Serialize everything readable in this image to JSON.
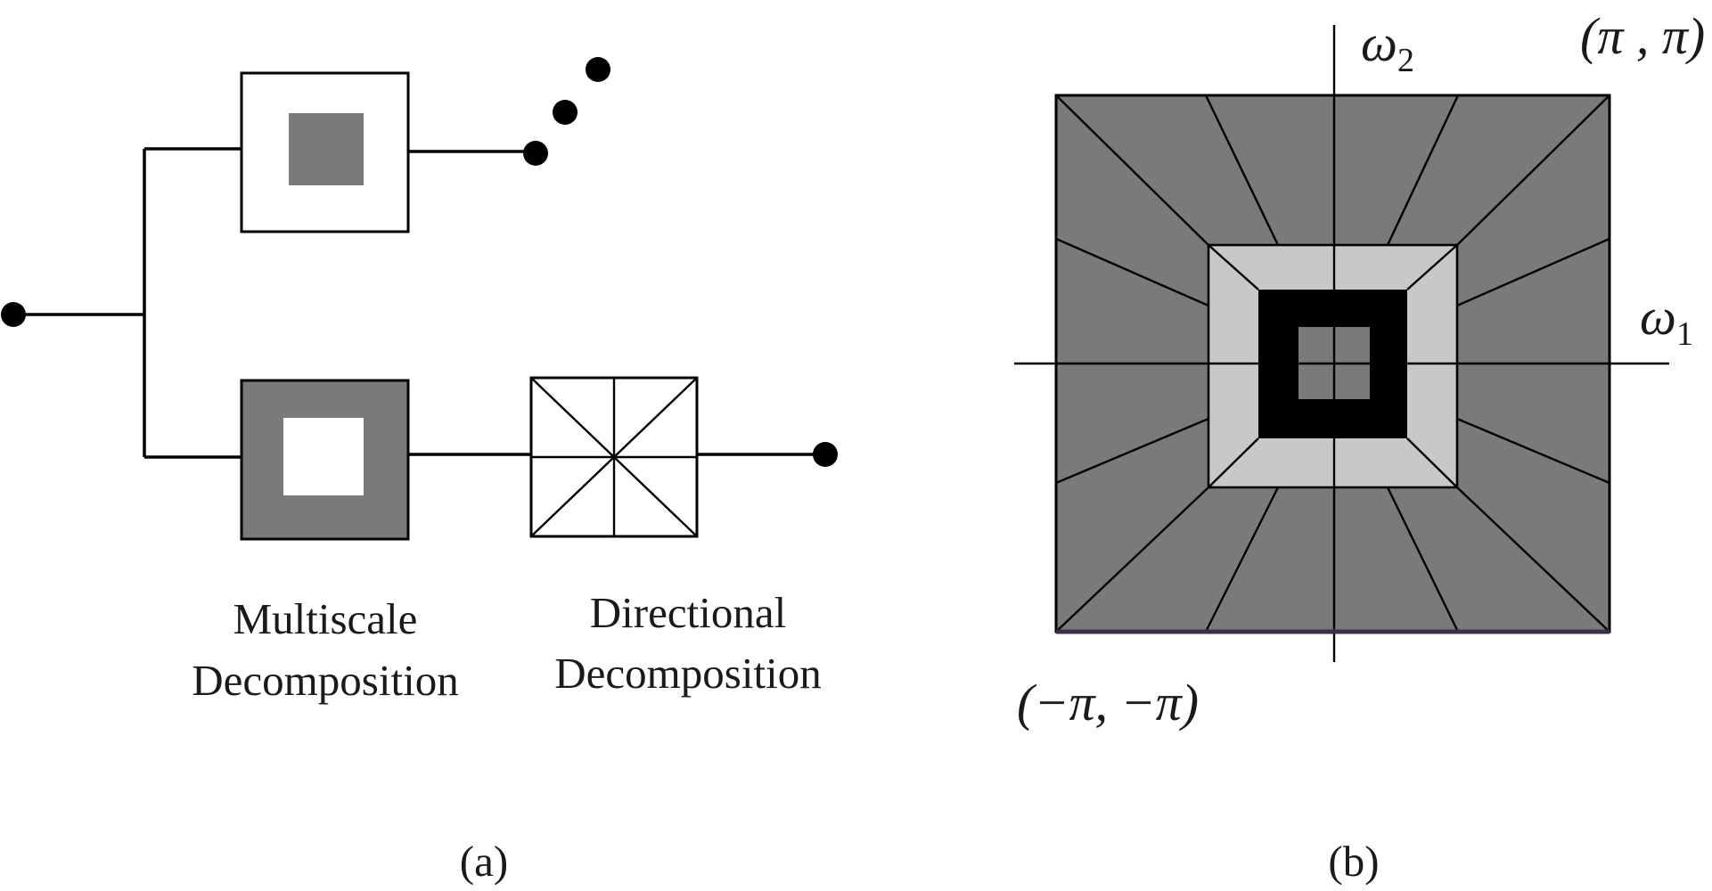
{
  "panel_a": {
    "caption": "(a)",
    "multiscale_label": [
      "Multiscale",
      "Decomposition"
    ],
    "directional_label": [
      "Directional",
      "Decomposition"
    ]
  },
  "panel_b": {
    "caption": "(b)",
    "axis_w2": {
      "symbol": "ω",
      "sub": "2"
    },
    "axis_w1": {
      "symbol": "ω",
      "sub": "1"
    },
    "corner_top_right": "(π , π)",
    "corner_bottom_left": "(−π, −π)"
  },
  "colors": {
    "dark_gray": "#7a7a7a",
    "light_gray": "#c8c8c8",
    "black": "#000000",
    "white": "#ffffff",
    "line": "#000000"
  }
}
